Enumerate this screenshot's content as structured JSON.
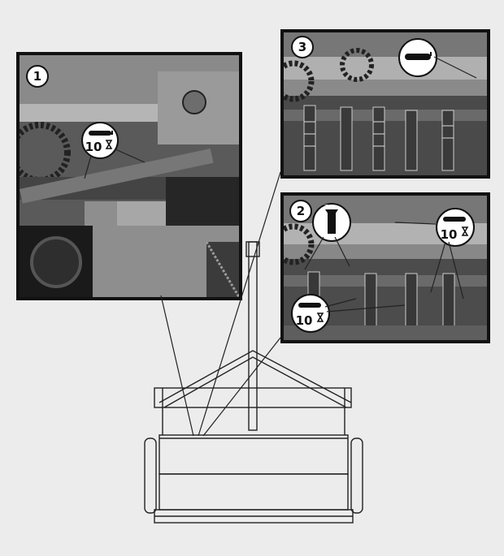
{
  "callouts": {
    "photo1": "1",
    "photo2": "2",
    "photo3": "3"
  },
  "torque_badges": {
    "photo1_badge": "10",
    "photo2_badge_right": "10",
    "photo2_badge_left": "10"
  },
  "icons": {
    "torque_wrench": "wrench-10-hourglass-icon",
    "lubrication": "brush-lube-icon",
    "wrench": "wrench-icon"
  },
  "colors": {
    "background": "#ececec",
    "photo_frame": "#111111",
    "line": "#222222"
  }
}
